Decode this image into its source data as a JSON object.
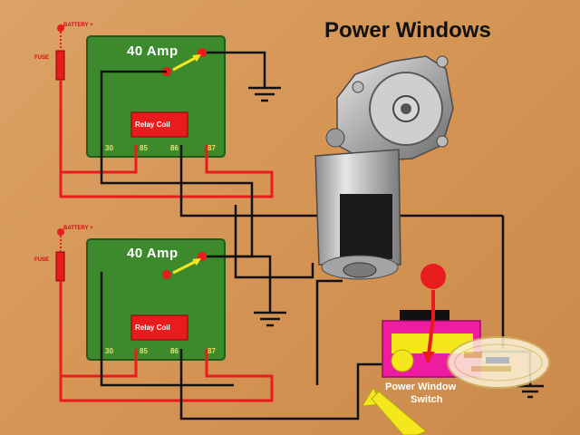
{
  "title": "Power Windows",
  "relays": [
    {
      "amp_label": "40 Amp",
      "coil_label": "Relay Coil",
      "pins": [
        "30",
        "85",
        "86",
        "87"
      ],
      "battery_label": "BATTERY +",
      "fuse_label": "FUSE"
    },
    {
      "amp_label": "40 Amp",
      "coil_label": "Relay Coil",
      "pins": [
        "30",
        "85",
        "86",
        "87"
      ],
      "battery_label": "BATTERY +",
      "fuse_label": "FUSE"
    }
  ],
  "switch": {
    "label_line1": "Power Window",
    "label_line2": "Switch"
  },
  "colors": {
    "background": "#d69a5c",
    "relay_green": "#3c8a2c",
    "power_wire": "#e81c1c",
    "ground_wire": "#111111",
    "switch_pink": "#ee1ca0",
    "switch_yellow": "#f4e81c"
  }
}
